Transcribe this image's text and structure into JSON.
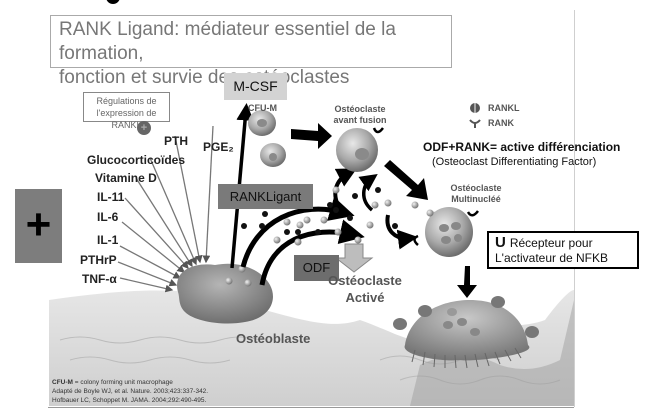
{
  "title": {
    "line1": "RANK Ligand: médiateur essentiel de la formation,",
    "line2": "fonction et survie des ostéoclastes"
  },
  "regulation_box": {
    "line1": "Régulations de",
    "line2": "l'expression de RANKL",
    "plus_symbol": "+"
  },
  "regulators": [
    "PTH",
    "PGE₂",
    "Glucocorticoïdes",
    "Vitamine D",
    "IL-11",
    "IL-6",
    "IL-1",
    "PTHrP",
    "TNF-α"
  ],
  "side_plus": "+",
  "labels": {
    "mcsf": "M-CSF",
    "rankligant": "RANKLigant",
    "odf": "ODF",
    "cfu_m": "CFU-M",
    "osteoclaste_avant_fusion_1": "Ostéoclaste",
    "osteoclaste_avant_fusion_2": "avant fusion",
    "osteoclaste_multinuclee_1": "Ostéoclaste",
    "osteoclaste_multinuclee_2": "Multinucléé",
    "osteoclaste_active_1": "Ostéoclaste",
    "osteoclaste_active_2": "Activé",
    "osteoblaste": "Ostéoblaste"
  },
  "legend": {
    "rankl": "RANKL",
    "rank": "RANK"
  },
  "annotations": {
    "odf_rank": "ODF+RANK= active différenciation",
    "odf_full": "(Osteoclast Differentiating Factor)",
    "recepteur_symbol": "U",
    "recepteur_line1": "Récepteur pour",
    "recepteur_line2": "L'activateur de NFKB"
  },
  "references": {
    "abbr_bold": "CFU-M",
    "abbr_text": " = colony forming unit macrophage",
    "ref1": "Adapté de Boyle WJ, et al. Nature. 2003;423:337-342.",
    "ref2": "Hofbauer LC, Schoppet M. JAMA. 2004;292:490-495."
  }
}
